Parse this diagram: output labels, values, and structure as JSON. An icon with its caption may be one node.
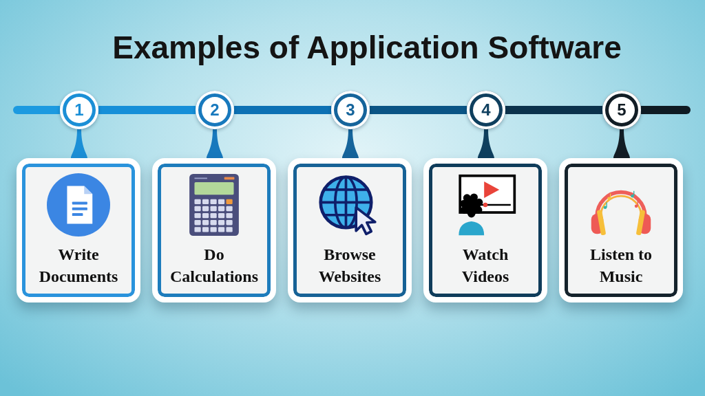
{
  "diagram": {
    "title": "Examples of Application Software",
    "nodes": [
      {
        "text": [
          "1"
        ]
      },
      {
        "text": [
          "2"
        ]
      },
      {
        "text": [
          "3"
        ]
      },
      {
        "text": [
          "4"
        ]
      },
      {
        "text": [
          "5"
        ]
      },
      {
        "text": [
          "Write Documents"
        ]
      },
      {
        "text": [
          "Do Calculations"
        ]
      },
      {
        "text": [
          "Browse Websites"
        ]
      },
      {
        "text": [
          "Watch Videos"
        ]
      },
      {
        "text": [
          "Listen to Music"
        ]
      }
    ],
    "edges": [
      {
        "from": null,
        "to": 0,
        "arrow": "none",
        "color": "#1c9ae0"
      },
      {
        "from": 0,
        "to": 1,
        "arrow": "none",
        "color": "#168fd8"
      },
      {
        "from": 1,
        "to": 2,
        "arrow": "none",
        "color": "#0d71b4"
      },
      {
        "from": 2,
        "to": 3,
        "arrow": "none",
        "color": "#0a5485"
      },
      {
        "from": 3,
        "to": 4,
        "arrow": "none",
        "color": "#0b324c"
      },
      {
        "from": 4,
        "to": null,
        "arrow": "none",
        "color": "#0f1b23"
      },
      {
        "from": 0,
        "to": 5,
        "arrow": "none",
        "color": "#1b8fd6"
      },
      {
        "from": 1,
        "to": 6,
        "arrow": "none",
        "color": "#1879bd"
      },
      {
        "from": 2,
        "to": 7,
        "arrow": "none",
        "color": "#15649b"
      },
      {
        "from": 3,
        "to": 8,
        "arrow": "none",
        "color": "#0f3f5e"
      },
      {
        "from": 4,
        "to": 9,
        "arrow": "none",
        "color": "#121d25"
      }
    ]
  }
}
